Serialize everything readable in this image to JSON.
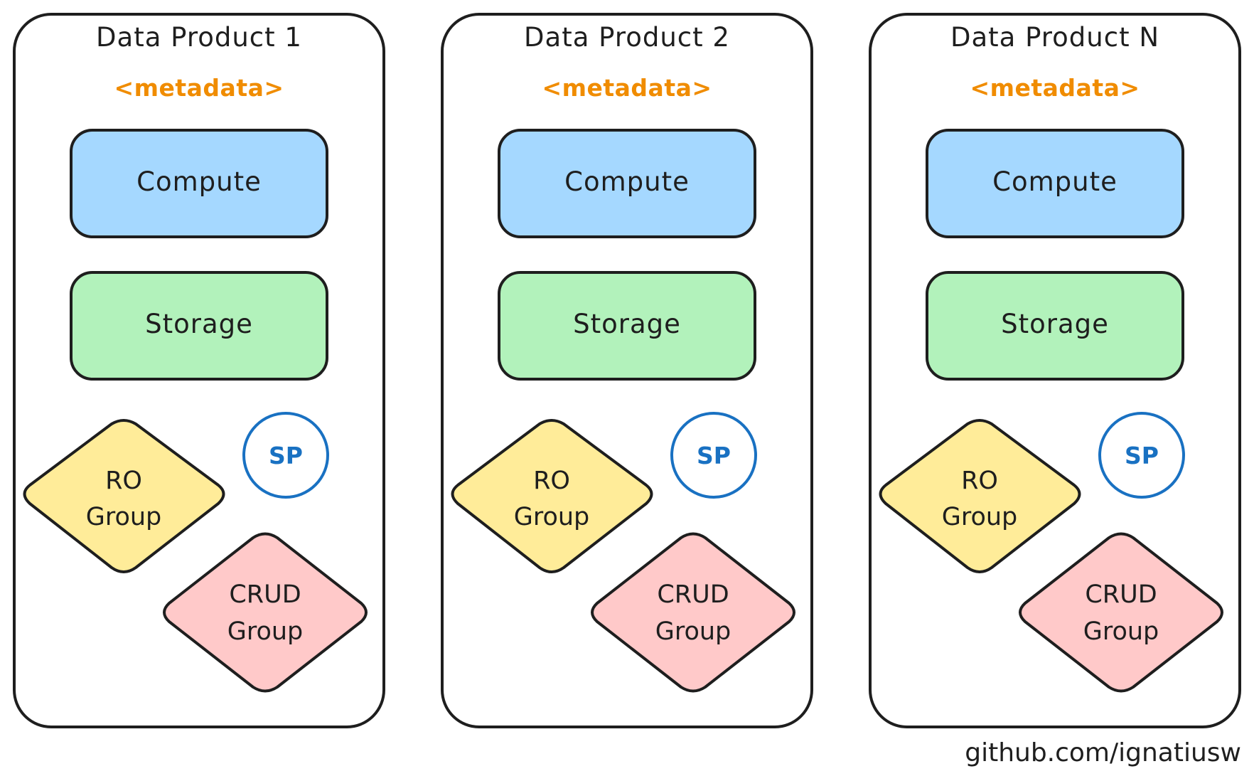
{
  "cards": [
    {
      "title": "Data Product 1",
      "metadata": "<metadata>",
      "compute": "Compute",
      "storage": "Storage",
      "sp": "SP",
      "ro_group": [
        "RO",
        "Group"
      ],
      "crud_group": [
        "CRUD",
        "Group"
      ]
    },
    {
      "title": "Data Product 2",
      "metadata": "<metadata>",
      "compute": "Compute",
      "storage": "Storage",
      "sp": "SP",
      "ro_group": [
        "RO",
        "Group"
      ],
      "crud_group": [
        "CRUD",
        "Group"
      ]
    },
    {
      "title": "Data Product N",
      "metadata": "<metadata>",
      "compute": "Compute",
      "storage": "Storage",
      "sp": "SP",
      "ro_group": [
        "RO",
        "Group"
      ],
      "crud_group": [
        "CRUD",
        "Group"
      ]
    }
  ],
  "footer": "github.com/ignatiusw",
  "colors": {
    "stroke": "#1e1e1e",
    "metadata": "#f08c00",
    "compute_fill": "#a5d8ff",
    "storage_fill": "#b2f2bb",
    "ro_fill": "#ffec99",
    "crud_fill": "#ffc9c9",
    "sp_stroke": "#1971c2"
  }
}
